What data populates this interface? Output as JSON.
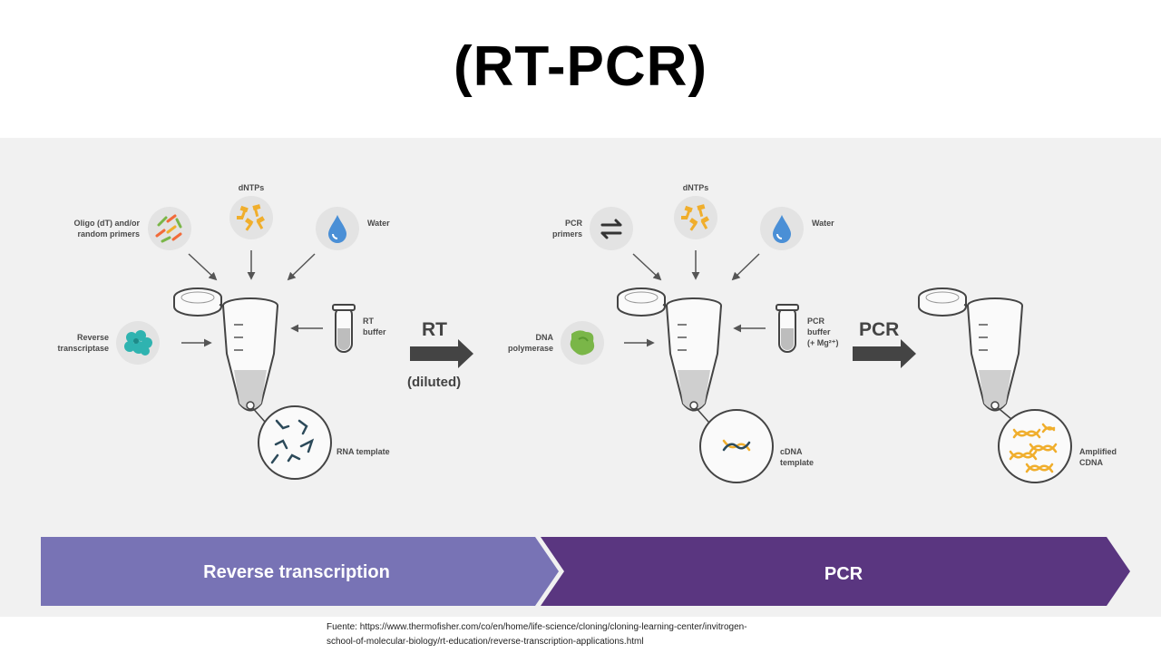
{
  "title": "(RT-PCR)",
  "rt_stage": {
    "oligo_label_1": "Oligo (dT) and/or",
    "oligo_label_2": "random primers",
    "dntps_label": "dNTPs",
    "water_label": "Water",
    "enzyme_label_1": "Reverse",
    "enzyme_label_2": "transcriptase",
    "buffer_label_1": "RT",
    "buffer_label_2": "buffer",
    "template_label": "RNA template"
  },
  "transition": {
    "rt_label": "RT",
    "rt_note": "(diluted)",
    "pcr_label": "PCR"
  },
  "pcr_stage": {
    "primers_label_1": "PCR",
    "primers_label_2": "primers",
    "dntps_label": "dNTPs",
    "water_label": "Water",
    "enzyme_label_1": "DNA",
    "enzyme_label_2": "polymerase",
    "buffer_label_1": "PCR",
    "buffer_label_2": "buffer",
    "buffer_label_3": "(+ Mg²⁺)",
    "template_label_1": "cDNA",
    "template_label_2": "template"
  },
  "result": {
    "label_1": "Amplified",
    "label_2": "CDNA"
  },
  "bands": {
    "left": "Reverse transcription",
    "right": "PCR"
  },
  "source": {
    "line1": "Fuente: https://www.thermofisher.com/co/en/home/life-science/cloning/cloning-learning-center/invitrogen-",
    "line2": "school-of-molecular-biology/rt-education/reverse-transcription-applications.html"
  },
  "colors": {
    "band_left": "#7b76b8",
    "band_right": "#4e2a6e",
    "dntp": "#f0ae2c",
    "water": "#4a8fd6",
    "enzyme_rt": "#2fb3b0",
    "enzyme_pcr": "#7ab648",
    "arrow": "#444444"
  }
}
